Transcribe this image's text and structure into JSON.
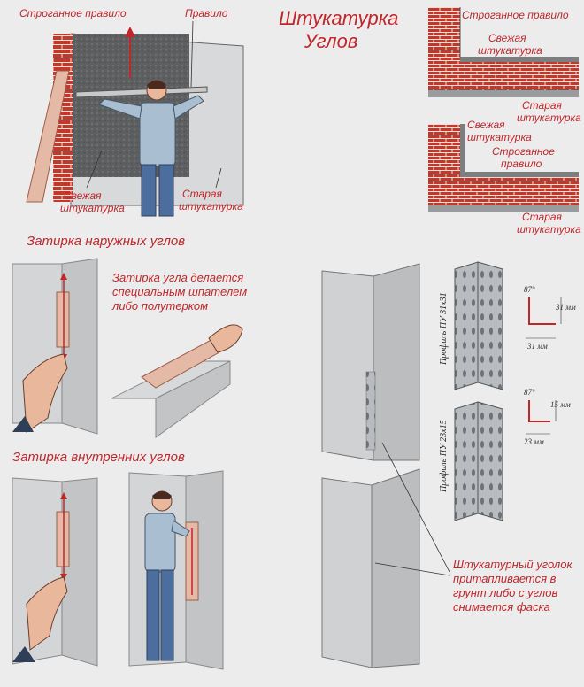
{
  "title": {
    "line1": "Штукатурка",
    "line2": "Углов"
  },
  "top_left": {
    "planed_rule": "Строганное правило",
    "rule": "Правило",
    "fresh_plaster": [
      "Свежая",
      "штукатурка"
    ],
    "old_plaster": [
      "Старая",
      "штукатурка"
    ]
  },
  "top_right_upper": {
    "planed_rule": "Строганное правило",
    "fresh_plaster": [
      "Свежая",
      "штукатурка"
    ],
    "old_plaster": [
      "Старая",
      "штукатурка"
    ]
  },
  "top_right_lower": {
    "fresh_plaster": [
      "Свежая",
      "штукатурка"
    ],
    "planed_rule": [
      "Строганное",
      "правило"
    ],
    "old_plaster": [
      "Старая",
      "штукатурка"
    ]
  },
  "outer_corners": {
    "heading": "Затирка наружных углов",
    "note": [
      "Затирка угла делается",
      "специальным шпателем",
      "либо полутерком"
    ]
  },
  "inner_corners": {
    "heading": "Затирка внутренних углов"
  },
  "profiles": {
    "p1": {
      "name": "Профиль ПУ 31х31",
      "angle": "87°",
      "dim_a": "31 мм",
      "dim_b": "31 мм"
    },
    "p2": {
      "name": "Профиль ПУ 23х15",
      "angle": "87°",
      "dim_a": "15 мм",
      "dim_b": "23 мм"
    }
  },
  "corner_bead_note": [
    "Штукатурный уголок",
    "притапливается в",
    "грунт либо с углов",
    "снимается фаска"
  ],
  "colors": {
    "label_red": "#c0262a",
    "brick": "#c0392b",
    "wall_grey": "#d4d5d7",
    "dark_plaster": "#6d6e70"
  }
}
